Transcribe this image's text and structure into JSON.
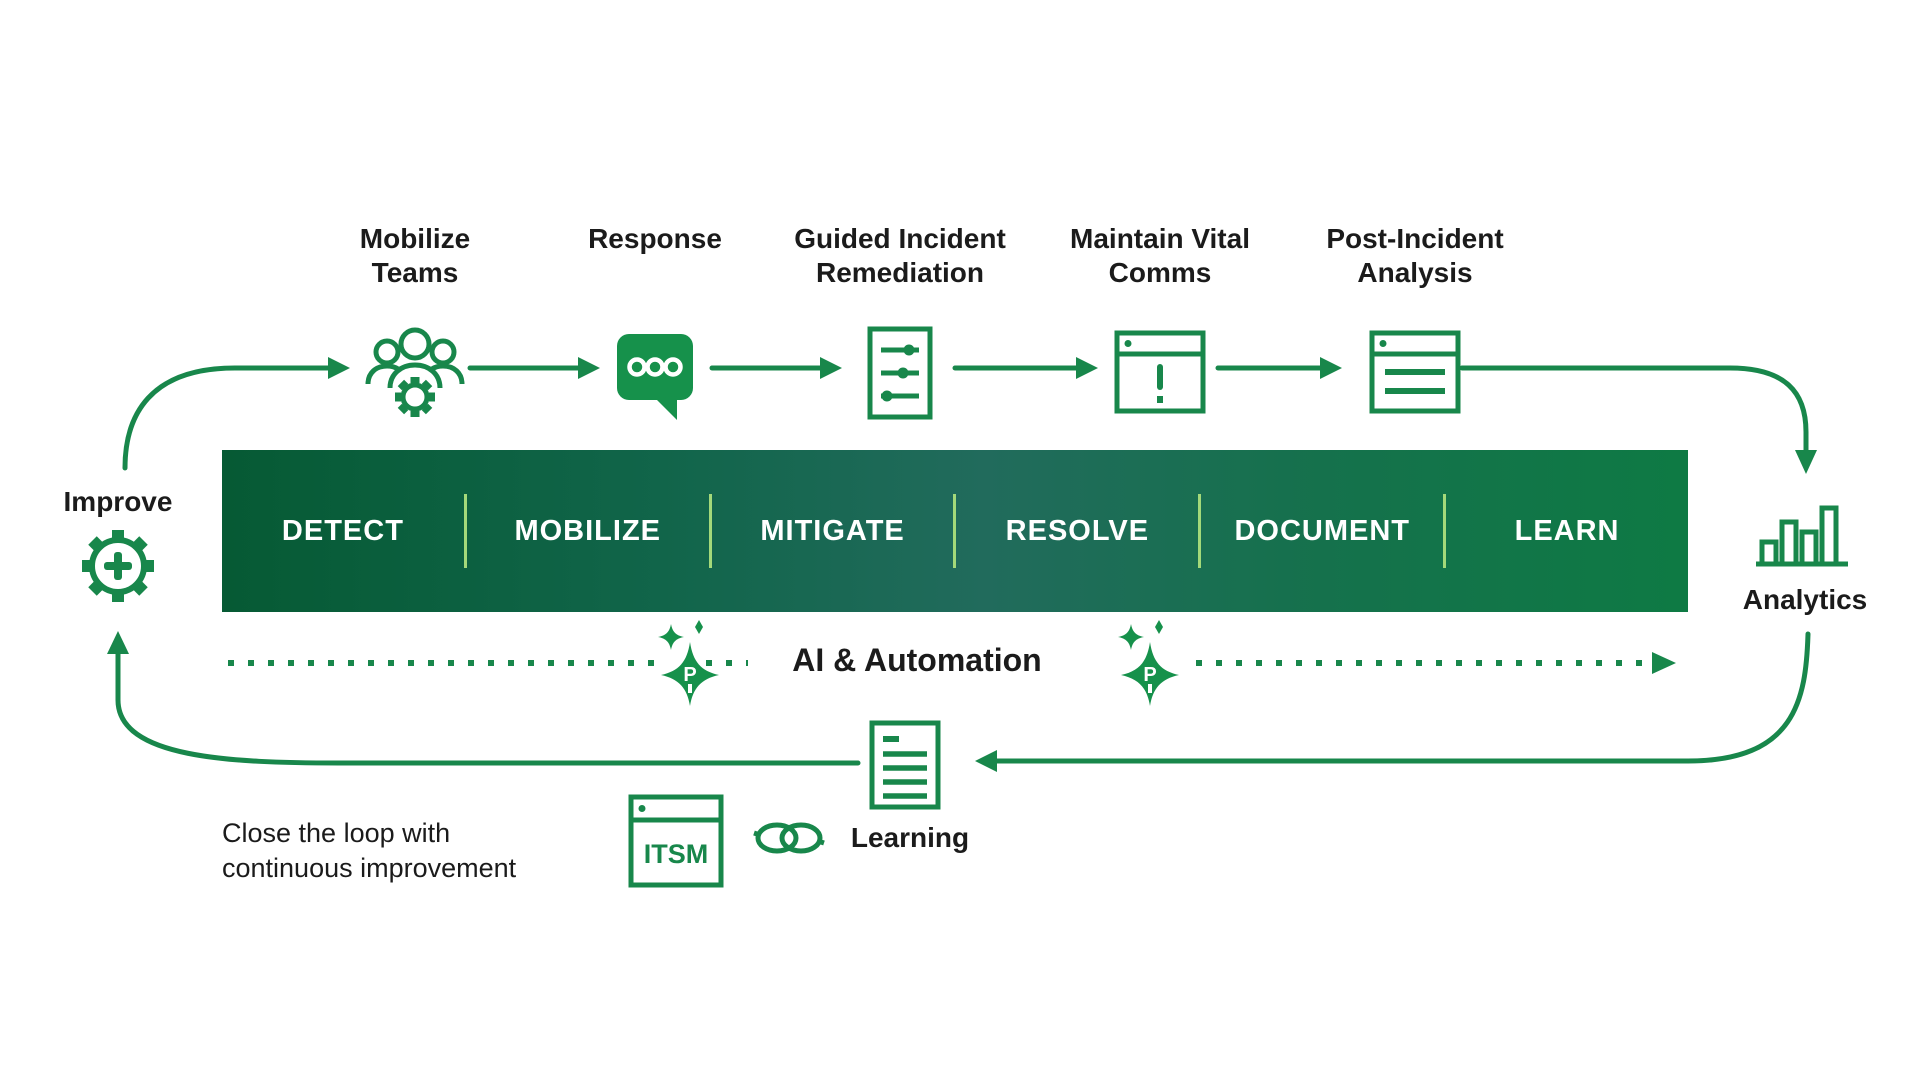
{
  "colors": {
    "green": "#18874b",
    "banner_left": "#065a34",
    "banner_mid": "#216b5c",
    "banner_right": "#0e7a44",
    "divider": "#a4d97a",
    "ink": "#1b1b1b",
    "white": "#ffffff"
  },
  "top_flow": {
    "steps": [
      {
        "line1": "Mobilize",
        "line2": "Teams",
        "icon": "team-gear-icon"
      },
      {
        "line1": "Response",
        "line2": "",
        "icon": "chat-bubble-icon"
      },
      {
        "line1": "Guided Incident",
        "line2": "Remediation",
        "icon": "guided-remediation-icon"
      },
      {
        "line1": "Maintain Vital",
        "line2": "Comms",
        "icon": "alert-window-icon"
      },
      {
        "line1": "Post-Incident",
        "line2": "Analysis",
        "icon": "report-window-icon"
      }
    ]
  },
  "banner": {
    "stages": [
      "DETECT",
      "MOBILIZE",
      "MITIGATE",
      "RESOLVE",
      "DOCUMENT",
      "LEARN"
    ]
  },
  "improve": {
    "label": "Improve"
  },
  "analytics": {
    "label": "Analytics"
  },
  "ai_row": {
    "label": "AI & Automation",
    "sparkle_letter": "P"
  },
  "bottom": {
    "close_line1": "Close the loop with",
    "close_line2": "continuous improvement",
    "itsm_label": "ITSM",
    "learning_label": "Learning"
  }
}
